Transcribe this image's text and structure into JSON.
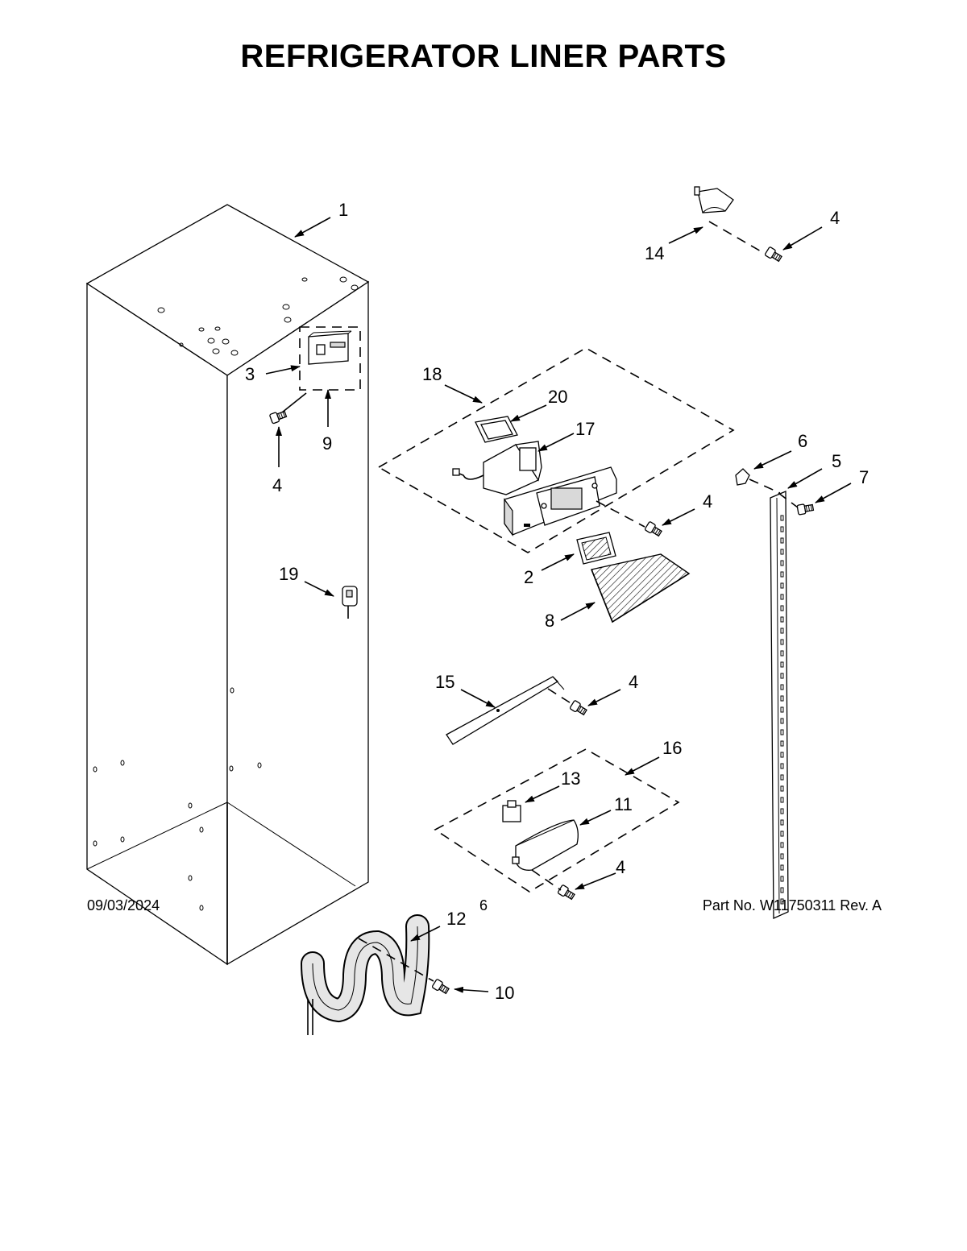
{
  "page": {
    "title": "REFRIGERATOR LINER PARTS",
    "footer": {
      "date": "09/03/2024",
      "page_number": "6",
      "part_number": "Part No.  W11750311  Rev.  A"
    }
  },
  "callouts": [
    {
      "id": "c1",
      "label": "1"
    },
    {
      "id": "c3",
      "label": "3"
    },
    {
      "id": "c4a",
      "label": "4"
    },
    {
      "id": "c9",
      "label": "9"
    },
    {
      "id": "c19",
      "label": "19"
    },
    {
      "id": "c14",
      "label": "14"
    },
    {
      "id": "c4b",
      "label": "4"
    },
    {
      "id": "c18",
      "label": "18"
    },
    {
      "id": "c20",
      "label": "20"
    },
    {
      "id": "c17",
      "label": "17"
    },
    {
      "id": "c4c",
      "label": "4"
    },
    {
      "id": "c2",
      "label": "2"
    },
    {
      "id": "c8",
      "label": "8"
    },
    {
      "id": "c6",
      "label": "6"
    },
    {
      "id": "c5",
      "label": "5"
    },
    {
      "id": "c7",
      "label": "7"
    },
    {
      "id": "c15",
      "label": "15"
    },
    {
      "id": "c4d",
      "label": "4"
    },
    {
      "id": "c16",
      "label": "16"
    },
    {
      "id": "c13",
      "label": "13"
    },
    {
      "id": "c11",
      "label": "11"
    },
    {
      "id": "c4e",
      "label": "4"
    },
    {
      "id": "c12",
      "label": "12"
    },
    {
      "id": "c10",
      "label": "10"
    }
  ]
}
